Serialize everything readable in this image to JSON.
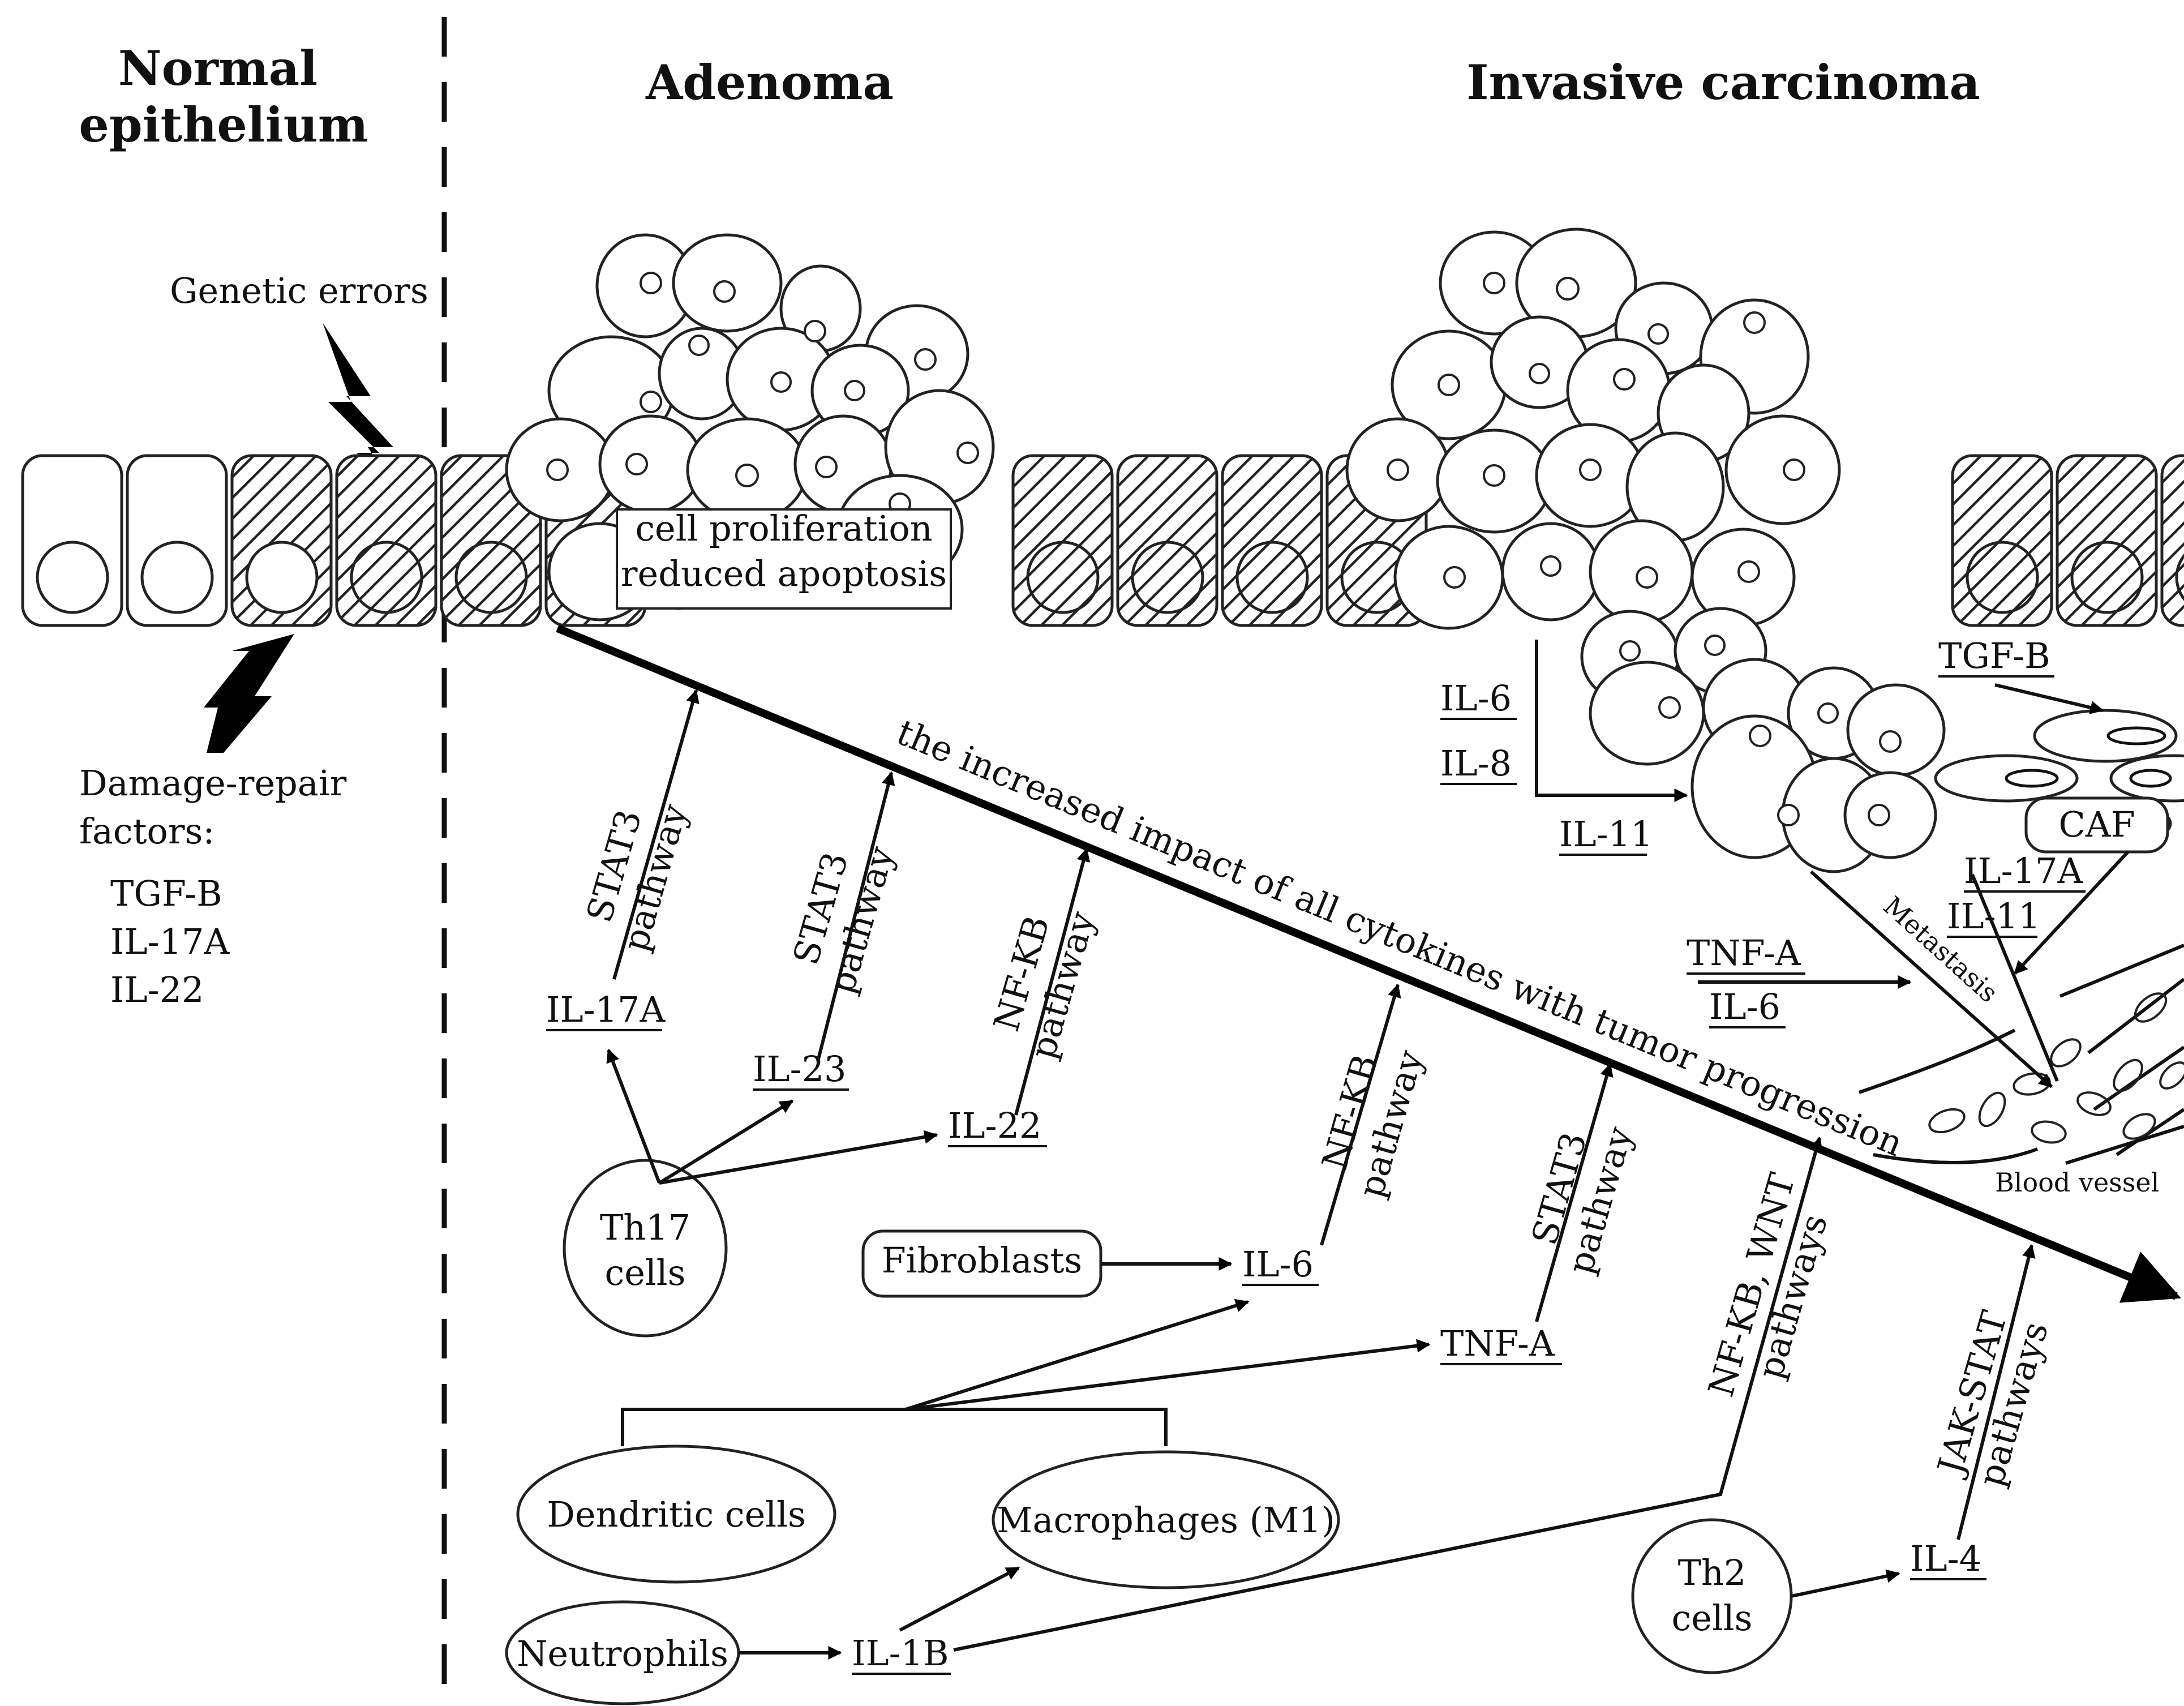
{
  "headers": {
    "normal": [
      "Normal",
      "epithelium"
    ],
    "adenoma": "Adenoma",
    "carcinoma": "Invasive carcinoma"
  },
  "left": {
    "genetic_errors": "Genetic errors",
    "damage_repair": [
      "Damage-repair",
      "factors:"
    ],
    "factors": [
      "TGF-B",
      "IL-17A",
      "IL-22"
    ]
  },
  "adenoma": {
    "box": [
      "cell proliferation",
      "reduced apoptosis"
    ]
  },
  "main_arrow_label": "the increased impact of all cytokines with tumor progression",
  "cytokines": {
    "il17a": "IL-17A",
    "il23": "IL-23",
    "il22": "IL-22",
    "il6": "IL-6",
    "tnfa": "TNF-A",
    "il1b": "IL-1B",
    "il4": "IL-4"
  },
  "pathways": {
    "p1": [
      "STAT3",
      "pathway"
    ],
    "p2": [
      "STAT3",
      "pathway"
    ],
    "p3": [
      "NF-KB",
      "pathway"
    ],
    "p4": [
      "NF-KB",
      "pathway"
    ],
    "p5": [
      "STAT3",
      "pathway"
    ],
    "p6": [
      "NF-KB, WNT",
      "pathways"
    ],
    "p7": [
      "JAK-STAT",
      "pathways"
    ]
  },
  "cells": {
    "th17": [
      "Th17",
      "cells"
    ],
    "fibroblasts": "Fibroblasts",
    "dendritic": "Dendritic cells",
    "macrophages": "Macrophages (M1)",
    "neutrophils": "Neutrophils",
    "th2": [
      "Th2",
      "cells"
    ]
  },
  "carcinoma": {
    "il6": "IL-6",
    "il8": "IL-8",
    "il11": "IL-11",
    "tgfb": "TGF-B",
    "caf": "CAF",
    "il17a": "IL-17A",
    "il11b": "IL-11",
    "tnfa": "TNF-A",
    "il6b": "IL-6",
    "metastasis": "Metastasis",
    "blood_vessel": "Blood vessel"
  }
}
